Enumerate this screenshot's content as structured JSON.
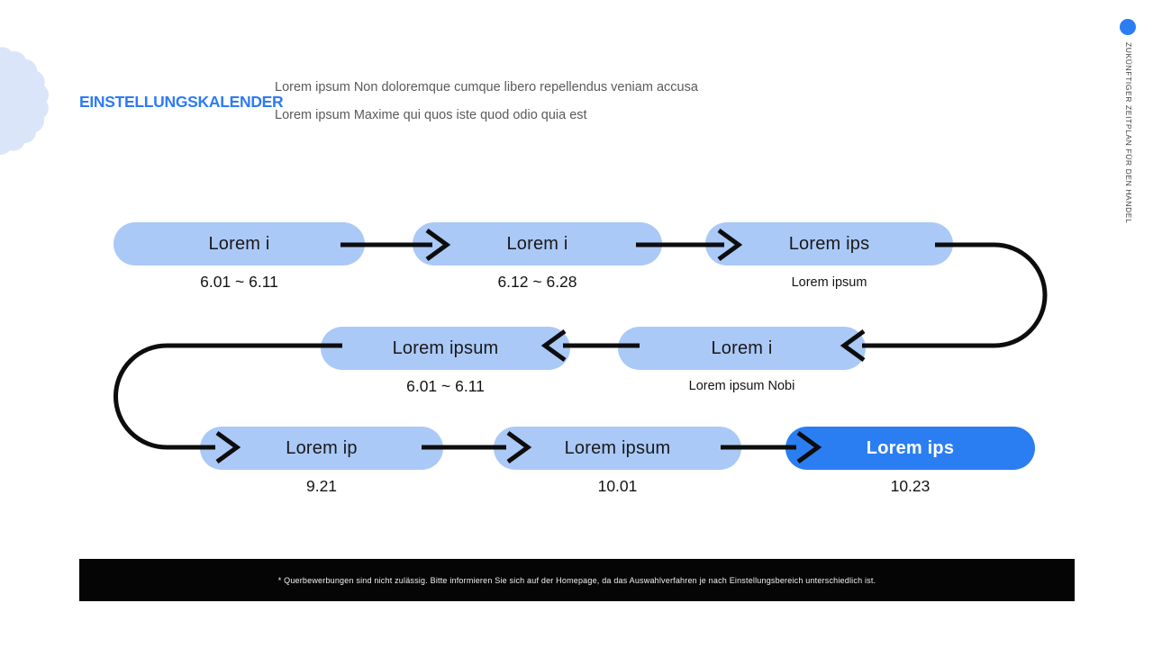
{
  "colors": {
    "accent_blue": "#2b7ef2",
    "pill_light_blue": "#abc9f7",
    "deco_blob_blue": "#dbe5fa",
    "arrow_black": "#0d0d0d",
    "footer_black": "#050505",
    "title_blue": "#2d7bf4"
  },
  "header": {
    "title": "EINSTELLUNGSKALENDER",
    "desc_line1": "Lorem ipsum Non doloremque cumque libero repellendus veniam accusa",
    "desc_line2": "Lorem ipsum Maxime qui quos iste quod odio quia est"
  },
  "side": {
    "vertical_label": "ZUKÜNFTIGER ZEITPLAN FÜR DEN HANDEL"
  },
  "flow": {
    "row1": [
      {
        "label": "Lorem i",
        "sub": "6.01 ~ 6.11"
      },
      {
        "label": "Lorem i",
        "sub": "6.12 ~ 6.28"
      },
      {
        "label": "Lorem ips",
        "sub": "Lorem ipsum"
      }
    ],
    "row2": [
      {
        "label": "Lorem ipsum",
        "sub": "6.01 ~ 6.11"
      },
      {
        "label": "Lorem i",
        "sub": "Lorem ipsum Nobi"
      }
    ],
    "row3": [
      {
        "label": "Lorem ip",
        "sub": "9.21"
      },
      {
        "label": "Lorem ipsum",
        "sub": "10.01"
      },
      {
        "label": "Lorem ips",
        "sub": "10.23",
        "highlighted": true
      }
    ]
  },
  "footer": {
    "note": "* Querbewerbungen sind nicht zulässig. Bitte informieren Sie sich auf der Homepage, da das Auswahlverfahren je nach Einstellungsbereich unterschiedlich ist."
  }
}
